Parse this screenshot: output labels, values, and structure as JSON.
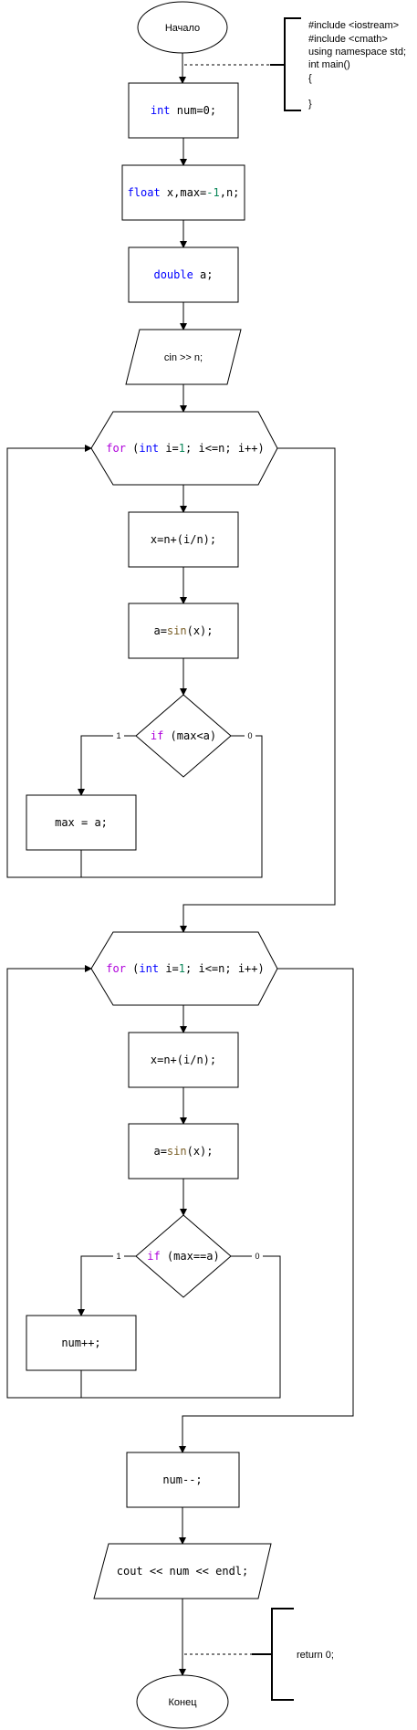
{
  "nodes": {
    "start": "Начало",
    "end": "Конец",
    "decl_num": {
      "kw": "int",
      "rest": " num=0;"
    },
    "decl_float": {
      "kw": "float",
      "mid": " x,max=",
      "num": "-1",
      "rest": ",n;"
    },
    "decl_double": {
      "kw": "double",
      "rest": " a;"
    },
    "input": "cin >> n;",
    "loop1": {
      "kw_for": "for",
      "p1": " (",
      "kw_int": "int",
      "p2": " i=",
      "num": "1",
      "p3": "; i<=n; i++)"
    },
    "loop1_body1": "x=n+(i/n);",
    "loop1_body2": {
      "pre": "a=",
      "fn": "sin",
      "post": "(x);"
    },
    "cond1": {
      "kw": "if",
      "rest": " (max<a)"
    },
    "cond1_yes": "1",
    "cond1_no": "0",
    "assign_max": "max = a;",
    "loop2": {
      "kw_for": "for",
      "p1": " (",
      "kw_int": "int",
      "p2": " i=",
      "num": "1",
      "p3": "; i<=n; i++)"
    },
    "loop2_body1": "x=n+(i/n);",
    "loop2_body2": {
      "pre": "a=",
      "fn": "sin",
      "post": "(x);"
    },
    "cond2": {
      "kw": "if",
      "rest": " (max==a)"
    },
    "cond2_yes": "1",
    "cond2_no": "0",
    "inc_num": "num++;",
    "dec_num": "num--;",
    "output": "cout << num << endl;"
  },
  "comments": {
    "header": [
      "#include <iostream>",
      "#include <cmath>",
      "using namespace std;",
      "int main()",
      "{",
      "",
      "}"
    ],
    "footer": "return 0;"
  }
}
